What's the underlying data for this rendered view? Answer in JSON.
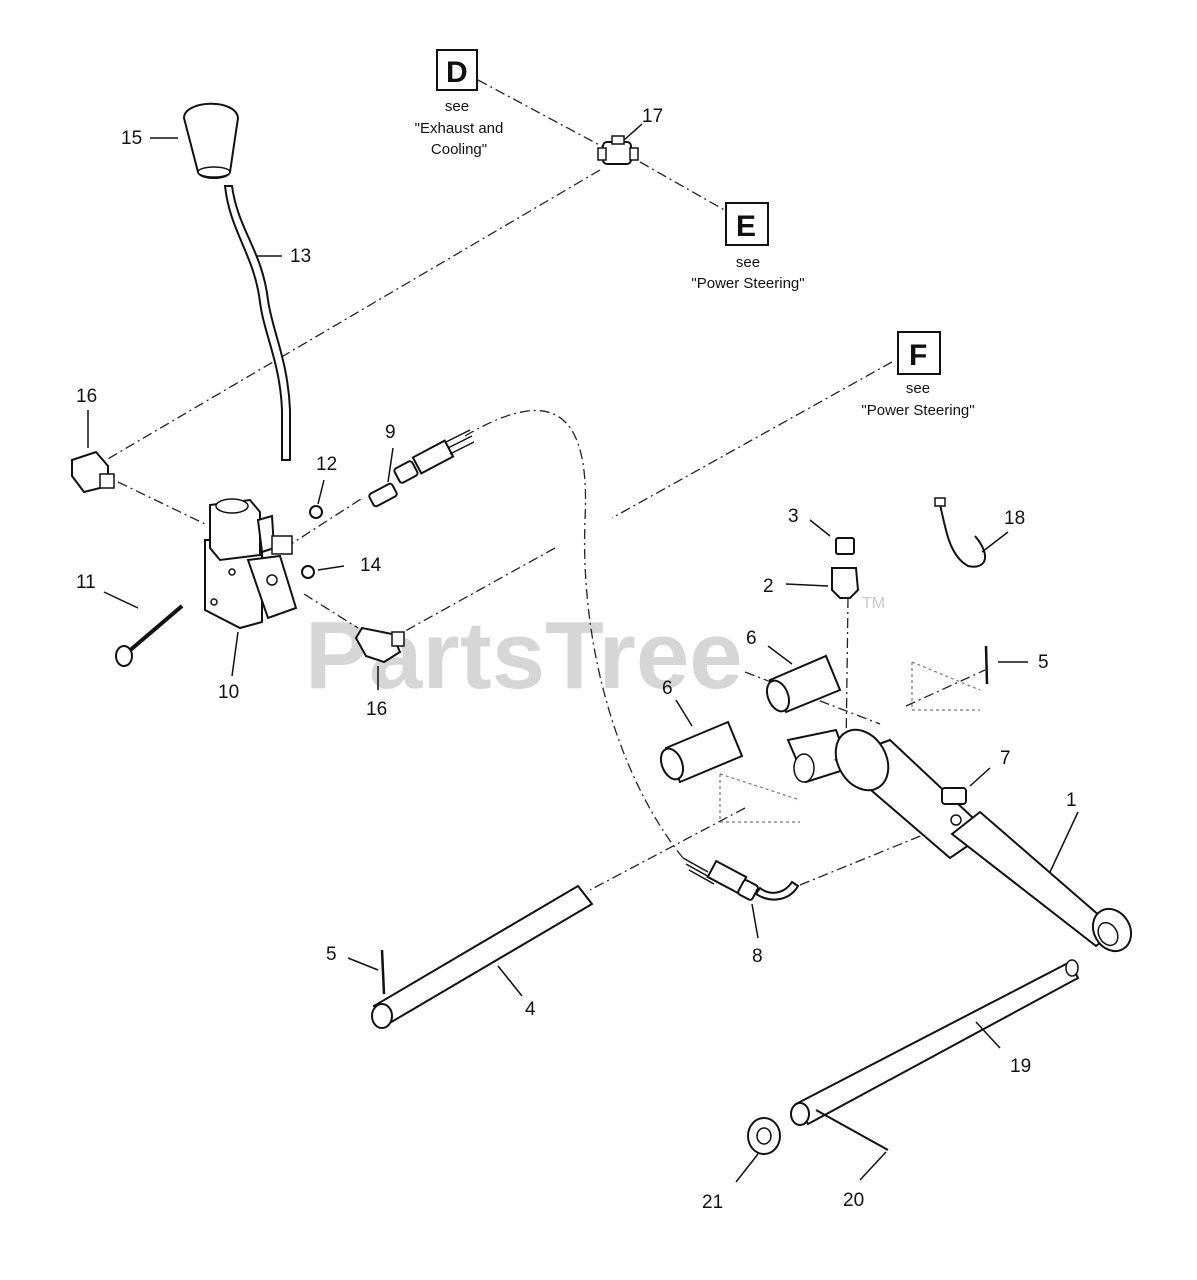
{
  "watermark": {
    "text": "PartsTree",
    "tm": "TM"
  },
  "references": [
    {
      "id": "D",
      "letter": "D",
      "see": "see",
      "line1": "\"Exhaust and",
      "line2": "Cooling\""
    },
    {
      "id": "E",
      "letter": "E",
      "see": "see",
      "line1": "\"Power Steering\"",
      "line2": ""
    },
    {
      "id": "F",
      "letter": "F",
      "see": "see",
      "line1": "\"Power Steering\"",
      "line2": ""
    }
  ],
  "callouts": {
    "c1": "1",
    "c2": "2",
    "c3": "3",
    "c4": "4",
    "c5a": "5",
    "c5b": "5",
    "c6a": "6",
    "c6b": "6",
    "c7": "7",
    "c8": "8",
    "c9": "9",
    "c10": "10",
    "c11": "11",
    "c12": "12",
    "c13": "13",
    "c14": "14",
    "c15": "15",
    "c16a": "16",
    "c16b": "16",
    "c17": "17",
    "c18": "18",
    "c19": "19",
    "c20": "20",
    "c21": "21"
  }
}
